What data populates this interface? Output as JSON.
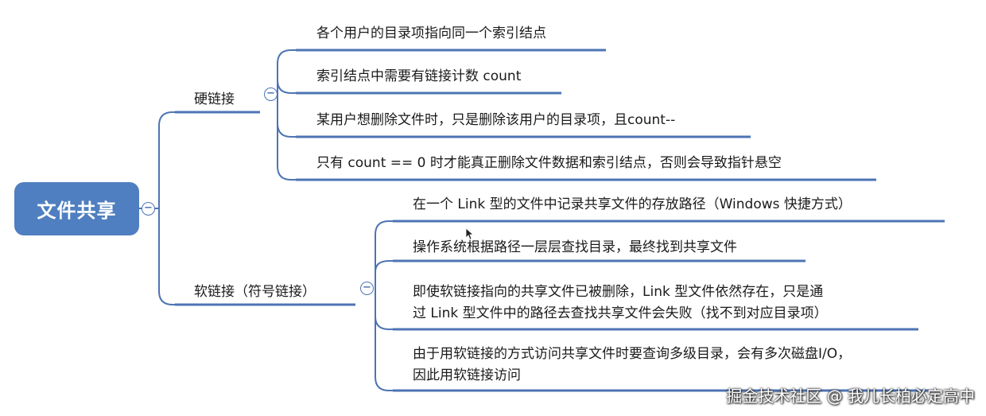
{
  "root": {
    "label": "文件共享"
  },
  "branches": [
    {
      "label": "硬链接",
      "leaves": [
        "各个用户的目录项指向同一个索引结点",
        "索引结点中需要有链接计数 count",
        "某用户想删除文件时，只是删除该用户的目录项，且count--",
        "只有 count == 0 时才能真正删除文件数据和索引结点，否则会导致指针悬空"
      ]
    },
    {
      "label": "软链接（符号链接）",
      "leaves": [
        "在一个 Link 型的文件中记录共享文件的存放路径（Windows 快捷方式）",
        "操作系统根据路径一层层查找目录，最终找到共享文件",
        "即使软链接指向的共享文件已被删除，Link 型文件依然存在，只是通\n过 Link 型文件中的路径去查找共享文件会失败（找不到对应目录项）",
        "由于用软链接的方式访问共享文件时要查询多级目录，会有多次磁盘I/O，\n因此用软链接访问"
      ]
    }
  ],
  "toggle_symbol": "−",
  "watermark": "掘金技术社区 @ 我儿长柏必定高中",
  "colors": {
    "root_fill": "#4f7fc0",
    "line": "#4d74b4"
  }
}
